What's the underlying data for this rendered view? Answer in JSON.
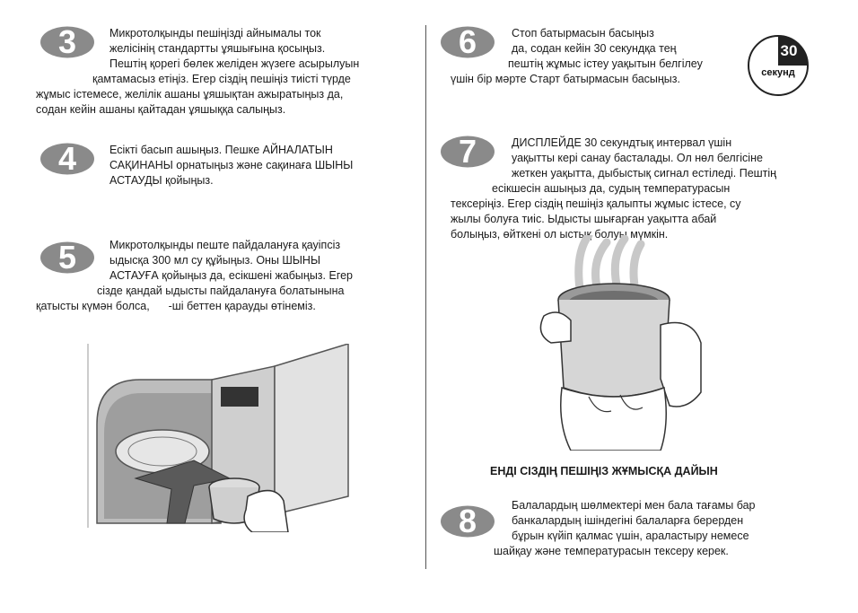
{
  "steps": [
    {
      "number": "3",
      "lines": [
        "Микротолқынды пешіңізді айнымалы ток",
        "желісінің стандартты ұяшығына қосыңыз.",
        "Пештің қорегі бөлек желіден жүзеге асырылуын",
        "қамтамасыз етіңіз. Егер сіздің пешіңіз тиісті түрде",
        "жұмыс істемесе, желілік ашаны ұяшықтан ажыратыңыз да,",
        "содан кейін ашаны қайтадан ұяшыққа салыңыз."
      ]
    },
    {
      "number": "4",
      "lines": [
        "Есікті басып ашыңыз. Пешке АЙНАЛАТЫН",
        "САҚИНАНЫ орнатыңыз және сақинаға ШЫНЫ",
        "АСТАУДЫ қойыңыз."
      ]
    },
    {
      "number": "5",
      "lines": [
        "Микротолқынды пеште пайдалануға қауіпсіз",
        "ыдысқа 300 мл су құйыңыз. Оны ШЫНЫ",
        "АСТАУҒА қойыңыз да, есікшені жабыңыз. Егер",
        "сізде қандай ыдысты пайдалануға болатынына",
        "қатысты күмән болса,      -ші беттен қарауды өтінеміз."
      ]
    },
    {
      "number": "6",
      "lines": [
        "Стоп батырмасын басыңыз",
        "да, содан кейін 30 секундқа тең",
        "пештің жұмыс істеу уақытын белгілеу",
        "үшін бір мәрте Старт батырмасын басыңыз."
      ]
    },
    {
      "number": "7",
      "lines": [
        "ДИСПЛЕЙДЕ 30 секундтық интервал үшін",
        "уақытты кері санау басталады. Ол нөл белгісіне",
        "жеткен уақытта, дыбыстық сигнал естіледі. Пештің",
        "есікшесін ашыңыз да, судың температурасын",
        "тексеріңіз. Егер сіздің пешіңіз қалыпты жұмыс істесе, су",
        "жылы болуға тиіс. Ыдысты шығарған уақытта абай",
        "болыңыз, өйткені ол ыстық болуы мүмкін."
      ]
    },
    {
      "number": "8",
      "lines": [
        "Балалардың шөлмектері мен бала тағамы бар",
        "банкалардың ішіндегіні балаларға берерден",
        "бұрын күйіп қалмас үшін, араластыру немесе",
        "шайқау және температурасын тексеру керек."
      ]
    }
  ],
  "timer": {
    "value": "30",
    "unit": "секунд"
  },
  "ready_heading": "ЕНДІ СІЗДІҢ ПЕШІҢІЗ ЖҰМЫСҚА ДАЙЫН"
}
